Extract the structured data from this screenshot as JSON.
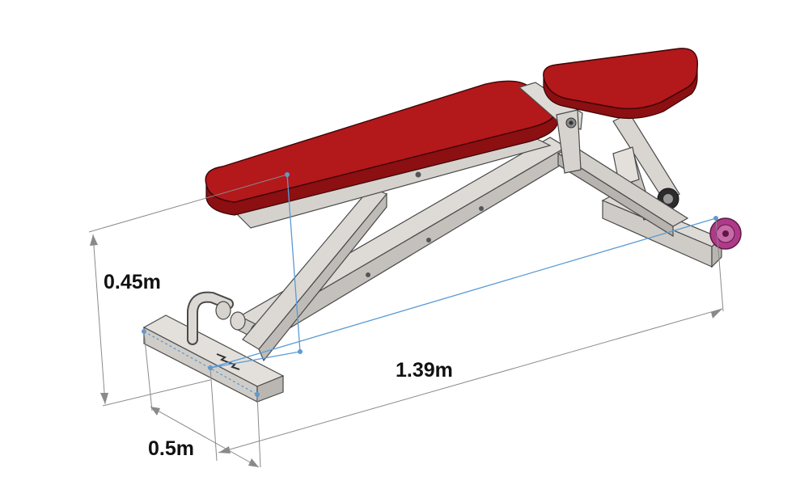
{
  "dimensions": {
    "height_label": "0.45m",
    "length_label": "1.39m",
    "width_label": "0.5m"
  },
  "colors": {
    "background": "#ffffff",
    "pad_top": "#b3181b",
    "pad_side": "#8c0f12",
    "pad_shadow": "#6e0b0d",
    "frame": "#d9d6d1",
    "frame_dark": "#a9a6a1",
    "frame_stroke": "#4a4a4a",
    "dimension_line": "#8a8a8a",
    "measure_line": "#5b9bd5",
    "weight_plate": "#b03a8a"
  }
}
